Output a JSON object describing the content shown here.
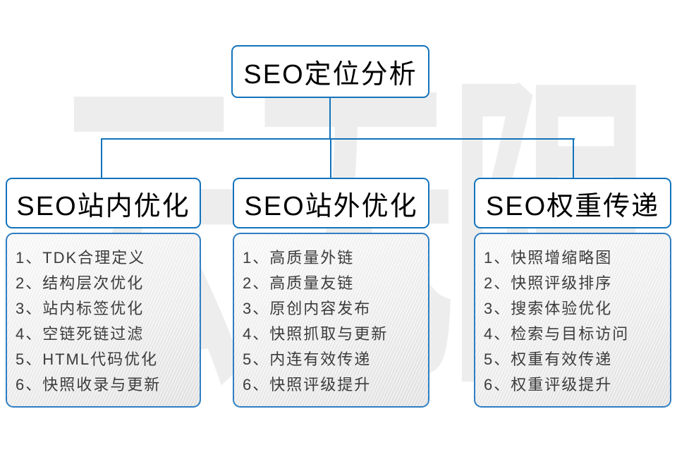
{
  "diagram": {
    "root_label": "SEO定位分析",
    "watermark": "云无限",
    "columns": [
      {
        "title": "SEO站内优化",
        "items": [
          "1、TDK合理定义",
          "2、结构层次优化",
          "3、站内标签优化",
          "4、空链死链过滤",
          "5、HTML代码优化",
          "6、快照收录与更新"
        ]
      },
      {
        "title": "SEO站外优化",
        "items": [
          "1、高质量外链",
          "2、高质量友链",
          "3、原创内容发布",
          "4、快照抓取与更新",
          "5、内连有效传递",
          "6、快照评级提升"
        ]
      },
      {
        "title": "SEO权重传递",
        "items": [
          "1、快照增缩略图",
          "2、快照评级排序",
          "3、搜索体验优化",
          "4、检索与目标访问",
          "5、权重有效传递",
          "6、权重评级提升"
        ]
      }
    ],
    "colors": {
      "connector_blue": "#1273bb",
      "panel_border_blue": "#2e7ec2",
      "node_text": "#000000",
      "item_text": "#3c3c3c",
      "watermark_gray": "#ededed",
      "panel_gradient_start": "#fbfbfb",
      "panel_gradient_end": "#e2e2e2"
    }
  }
}
